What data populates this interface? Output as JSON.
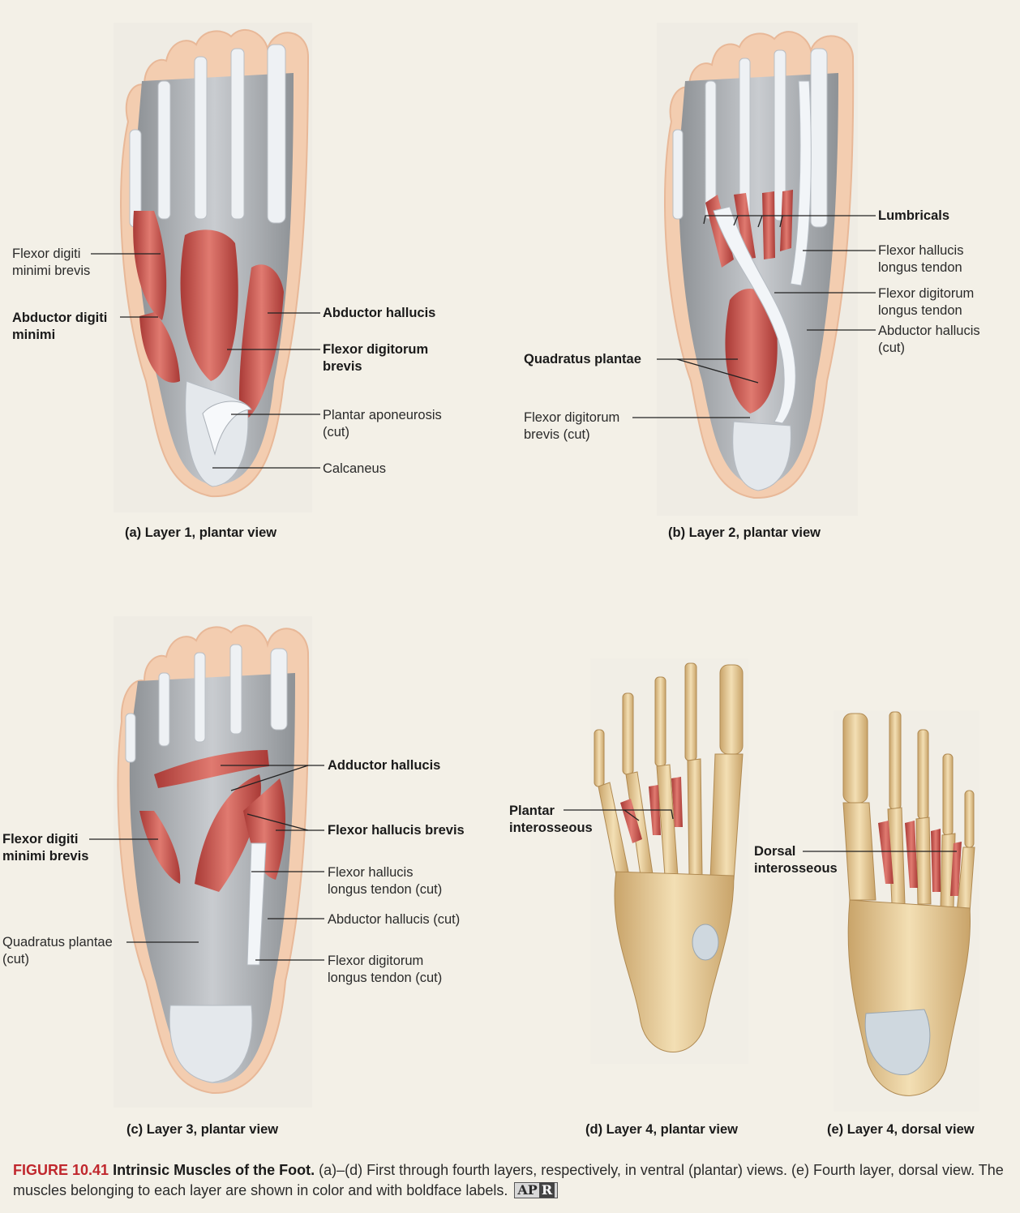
{
  "panels": {
    "a": {
      "caption": "(a) Layer 1, plantar view",
      "labels": {
        "fdmb": "Flexor digiti\nminimi brevis",
        "adm": "Abductor digiti\nminimi",
        "ah": "Abductor hallucis",
        "fdb": "Flexor digitorum\nbrevis",
        "pa": "Plantar aponeurosis\n(cut)",
        "calc": "Calcaneus"
      }
    },
    "b": {
      "caption": "(b) Layer 2, plantar view",
      "labels": {
        "lumb": "Lumbricals",
        "fhlt": "Flexor hallucis\nlongus tendon",
        "fdlt": "Flexor digitorum\nlongus tendon",
        "ahcut": "Abductor hallucis\n(cut)",
        "qp": "Quadratus plantae",
        "fdbcut": "Flexor digitorum\nbrevis (cut)"
      }
    },
    "c": {
      "caption": "(c) Layer 3, plantar view",
      "labels": {
        "addh": "Adductor hallucis",
        "fhb": "Flexor hallucis brevis",
        "fdmb": "Flexor digiti\nminimi brevis",
        "fhltcut": "Flexor hallucis\nlongus tendon (cut)",
        "ahcut": "Abductor hallucis (cut)",
        "qpcut": "Quadratus plantae\n(cut)",
        "fdltcut": "Flexor digitorum\nlongus tendon (cut)"
      }
    },
    "d": {
      "caption": "(d) Layer 4, plantar view",
      "labels": {
        "pi": "Plantar\ninterosseous"
      }
    },
    "e": {
      "caption": "(e) Layer 4, dorsal view",
      "labels": {
        "di": "Dorsal\ninterosseous"
      }
    }
  },
  "figure": {
    "number": "FIGURE 10.41",
    "title": "Intrinsic Muscles of the Foot.",
    "text": "(a)–(d) First through fourth layers, respectively, in ventral (plantar) views. (e) Fourth layer, dorsal view. The muscles belonging to each layer are shown in color and with boldface labels.",
    "badge_ap": "AP",
    "badge_r": "R"
  },
  "colors": {
    "muscle": "#c8504a",
    "tendon": "#e6ebf0",
    "skin": "#f3cdb0",
    "bone": "#e9cf9f",
    "accent": "#c0272d"
  }
}
